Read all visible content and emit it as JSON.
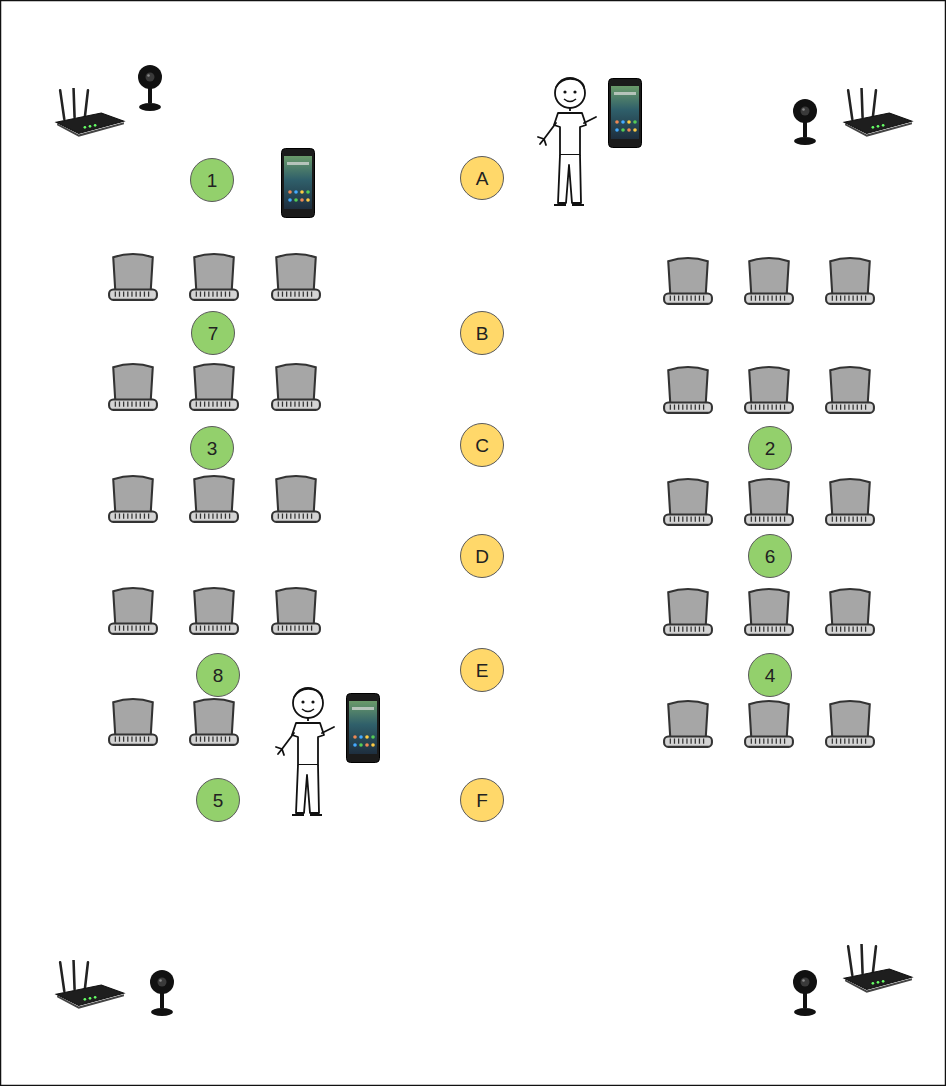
{
  "diagram": {
    "nodes": [
      {
        "text": [
          "1"
        ]
      },
      {
        "text": [
          "A"
        ]
      },
      {
        "text": [
          "7"
        ]
      },
      {
        "text": [
          "B"
        ]
      },
      {
        "text": [
          "3"
        ]
      },
      {
        "text": [
          "C"
        ]
      },
      {
        "text": [
          "2"
        ]
      },
      {
        "text": [
          "D"
        ]
      },
      {
        "text": [
          "6"
        ]
      },
      {
        "text": [
          "8"
        ]
      },
      {
        "text": [
          "E"
        ]
      },
      {
        "text": [
          "4"
        ]
      },
      {
        "text": [
          "5"
        ]
      },
      {
        "text": [
          "F"
        ]
      }
    ]
  }
}
